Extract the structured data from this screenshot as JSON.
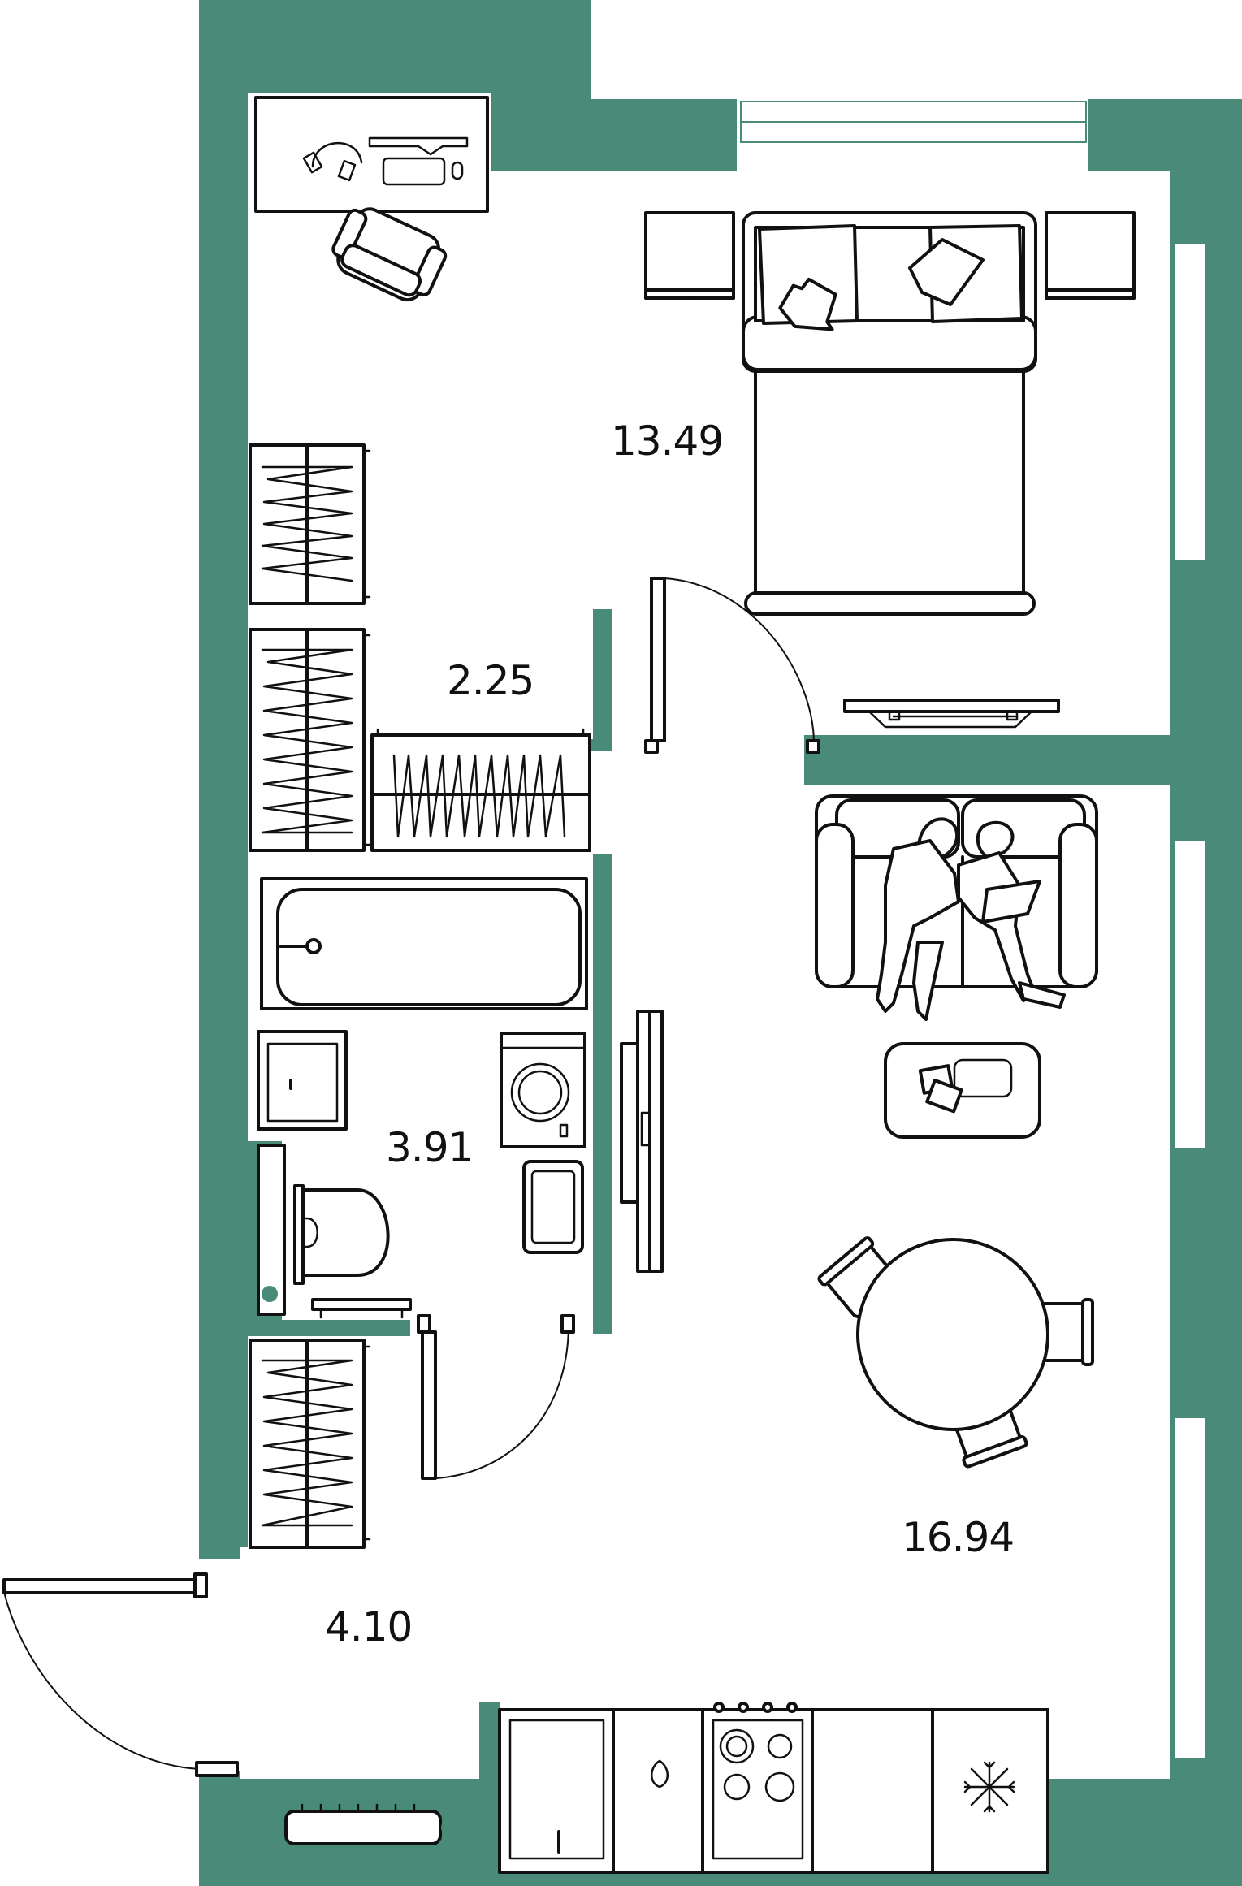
{
  "plan": {
    "colors": {
      "wall": "#4a8a78",
      "line": "#111111",
      "background": "#ffffff"
    },
    "rooms": [
      {
        "id": "bedroom",
        "area": "13.49"
      },
      {
        "id": "wardrobe",
        "area": "2.25"
      },
      {
        "id": "bathroom",
        "area": "3.91"
      },
      {
        "id": "hall",
        "area": "4.10"
      },
      {
        "id": "living-kitchen",
        "area": "16.94"
      }
    ],
    "icons": [
      "headphones-icon",
      "monitor-icon",
      "keyboard-icon",
      "mouse-icon",
      "office-chair-icon",
      "bed-icon",
      "pillow-icon",
      "nightstand-icon",
      "wardrobe-icon",
      "bathtub-icon",
      "washbasin-icon",
      "washing-machine-icon",
      "toilet-icon",
      "towel-rail-icon",
      "sofa-icon",
      "people-icon",
      "coffee-table-icon",
      "tv-icon",
      "dining-table-icon",
      "chair-icon",
      "sink-icon",
      "stove-icon",
      "fridge-snowflake-icon",
      "radiator-icon",
      "door-icon",
      "window-icon"
    ]
  }
}
